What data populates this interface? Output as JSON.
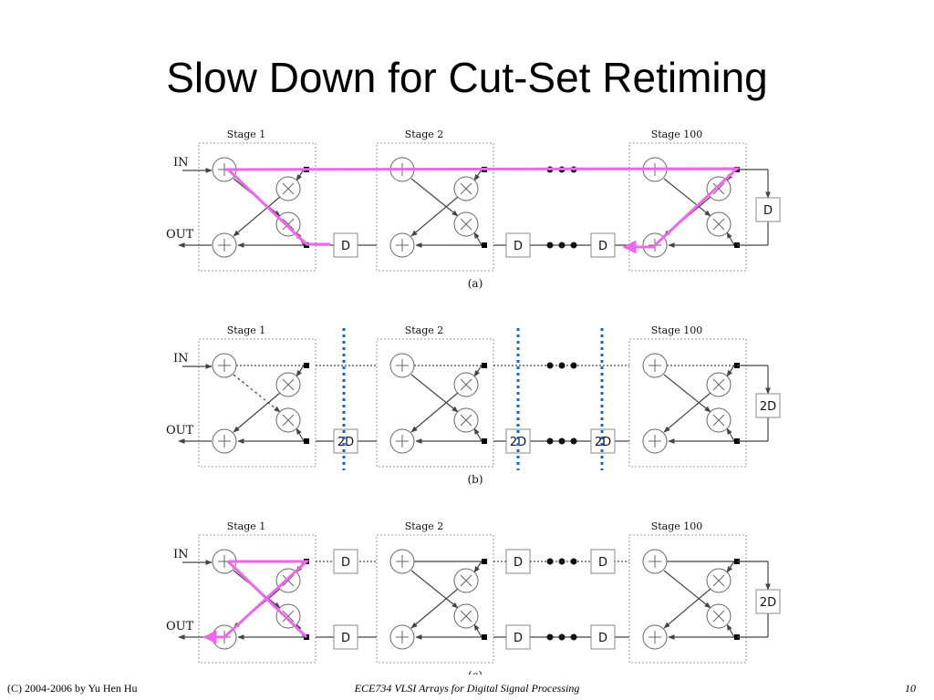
{
  "title": "Slow Down for Cut-Set Retiming",
  "footer": {
    "left": "(C) 2004-2006 by Yu Hen Hu",
    "center": "ECE734 VLSI Arrays for Digital Signal Processing",
    "right": "10"
  },
  "labels": {
    "in": "IN",
    "out": "OUT",
    "stages": [
      "Stage 1",
      "Stage 2",
      "Stage 100"
    ],
    "dots": "•••"
  },
  "panels": [
    {
      "caption": "(a)",
      "cross_delays": [
        "D",
        "D",
        "D"
      ],
      "feedback_delay": "D",
      "top_delays": [],
      "cutsets": false,
      "path": "a"
    },
    {
      "caption": "(b)",
      "cross_delays": [
        "2D",
        "2D",
        "2D"
      ],
      "feedback_delay": "2D",
      "top_delays": [],
      "cutsets": true,
      "path": "none"
    },
    {
      "caption": "(c)",
      "cross_delays": [
        "D",
        "D",
        "D"
      ],
      "feedback_delay": "2D",
      "top_delays": [
        "D",
        "D",
        "D"
      ],
      "cutsets": false,
      "path": "c"
    }
  ],
  "colors": {
    "highlight": "#ee66ee",
    "cutset": "#1166cc",
    "lines": "#444444",
    "box_border": "#999999"
  }
}
